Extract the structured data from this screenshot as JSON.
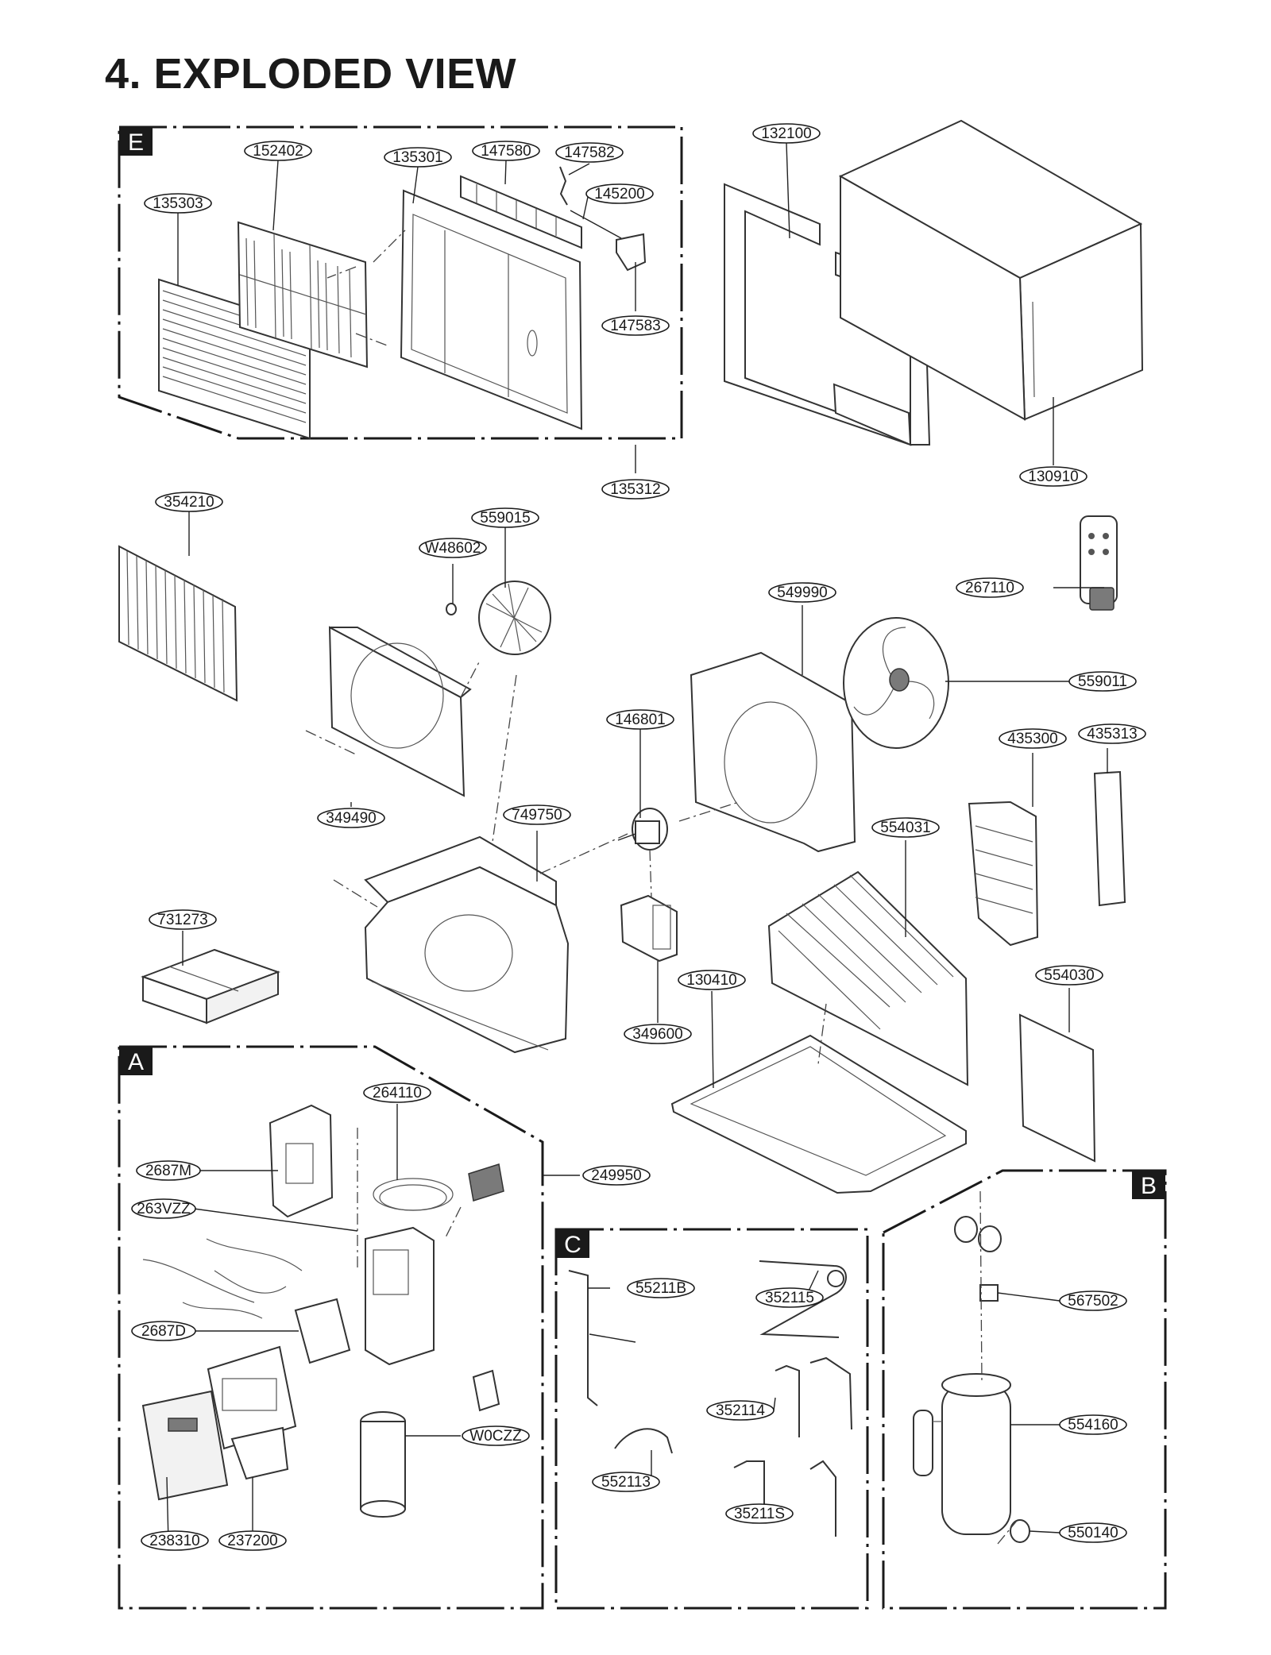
{
  "title": "4. EXPLODED VIEW",
  "sections": [
    "E",
    "A",
    "C",
    "B"
  ],
  "labels": {
    "l135303": "135303",
    "l152402": "152402",
    "l135301": "135301",
    "l147580": "147580",
    "l147582": "147582",
    "l145200": "145200",
    "l147583": "147583",
    "l135312": "135312",
    "l132100": "132100",
    "l130910": "130910",
    "l354210": "354210",
    "l559015": "559015",
    "lW48602": "W48602",
    "l349490": "349490",
    "l549990": "549990",
    "l267110": "267110",
    "l559011": "559011",
    "l146801": "146801",
    "l435300": "435300",
    "l435313": "435313",
    "l749750": "749750",
    "l554031": "554031",
    "l731273": "731273",
    "l130410": "130410",
    "l554030": "554030",
    "l349600": "349600",
    "l264110": "264110",
    "l2687M": "2687M",
    "l249950": "249950",
    "l263VZZ": "263VZZ",
    "l2687D": "2687D",
    "lW0CZZ": "W0CZZ",
    "l238310": "238310",
    "l237200": "237200",
    "l55211B": "55211B",
    "l352115": "352115",
    "l352114": "352114",
    "l552113": "552113",
    "l35211S": "35211S",
    "l567502": "567502",
    "l554160": "554160",
    "l550140": "550140"
  }
}
